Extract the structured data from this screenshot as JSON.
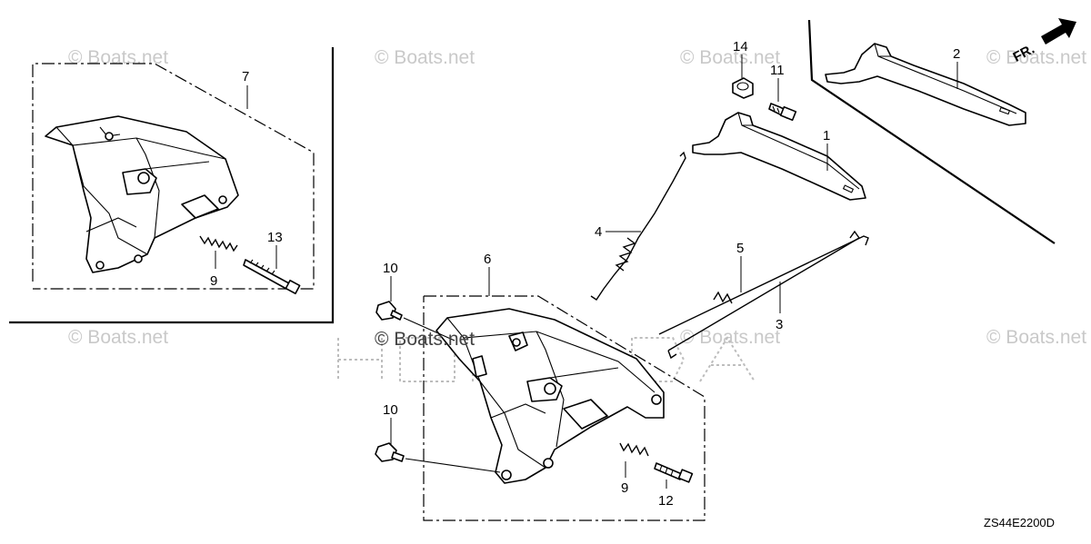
{
  "watermark": {
    "text": "© Boats.net"
  },
  "orientation": {
    "label": "FR."
  },
  "diagram_code": "ZS44E2200D",
  "callouts": [
    {
      "id": "c7",
      "label": "7"
    },
    {
      "id": "c13",
      "label": "13"
    },
    {
      "id": "c9a",
      "label": "9"
    },
    {
      "id": "c14",
      "label": "14"
    },
    {
      "id": "c11",
      "label": "11"
    },
    {
      "id": "c1",
      "label": "1"
    },
    {
      "id": "c2",
      "label": "2"
    },
    {
      "id": "c4",
      "label": "4"
    },
    {
      "id": "c5",
      "label": "5"
    },
    {
      "id": "c3",
      "label": "3"
    },
    {
      "id": "c6",
      "label": "6"
    },
    {
      "id": "c10a",
      "label": "10"
    },
    {
      "id": "c10b",
      "label": "10"
    },
    {
      "id": "c9b",
      "label": "9"
    },
    {
      "id": "c12",
      "label": "12"
    }
  ]
}
